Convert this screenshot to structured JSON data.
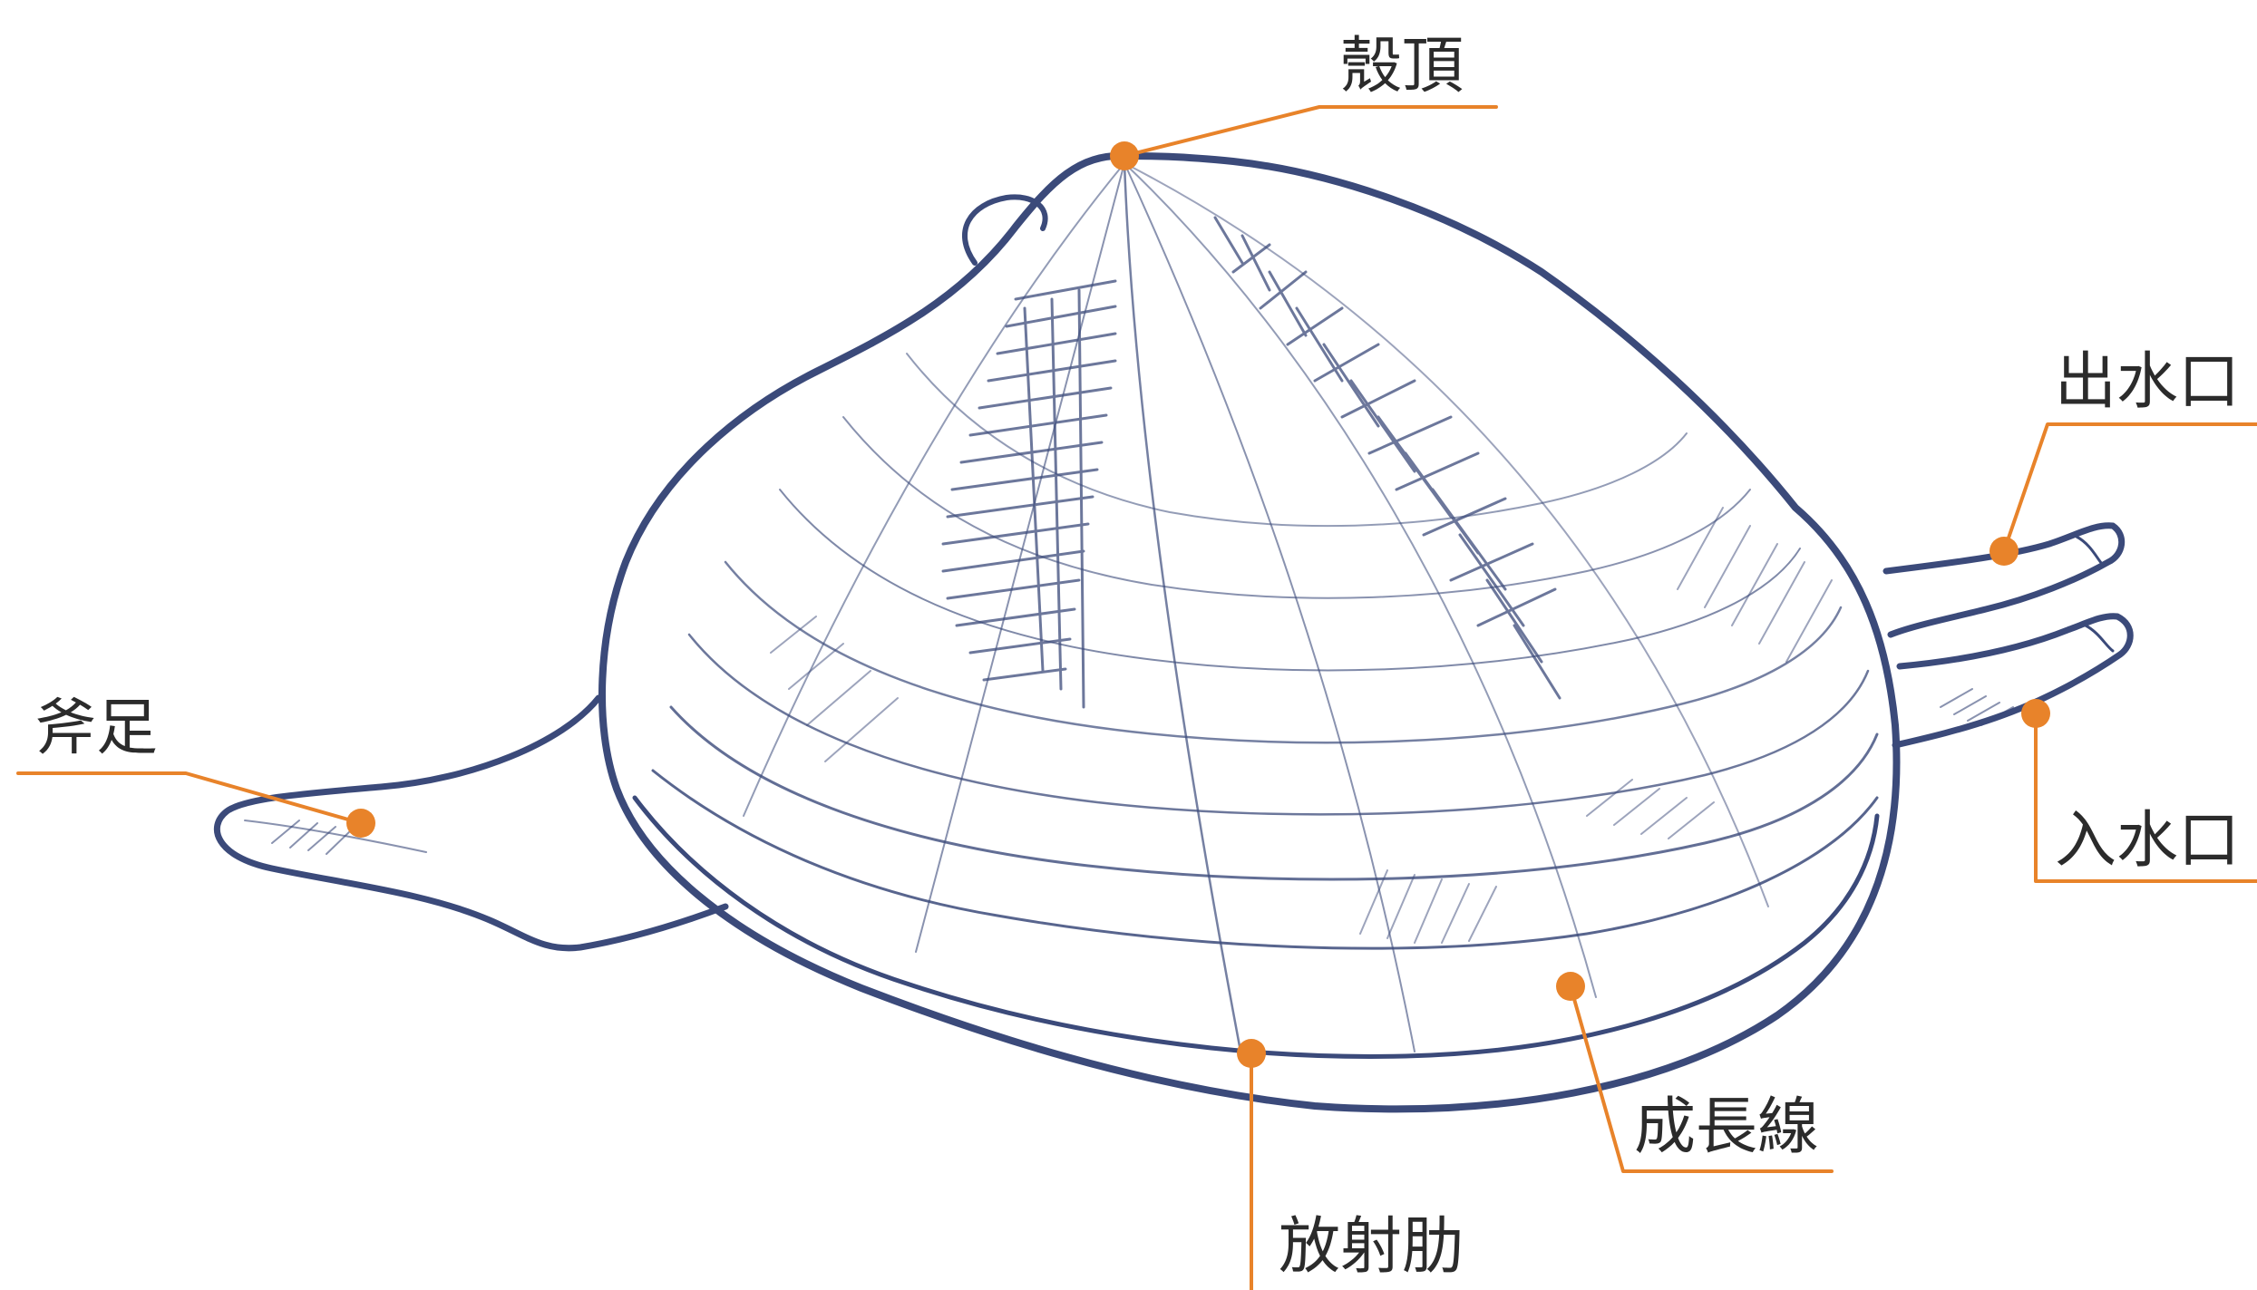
{
  "colors": {
    "leader": "#e8832a",
    "outline": "#3b4a7a",
    "text": "#2b2b2b",
    "background": "#ffffff"
  },
  "labels": {
    "umbo": "殼頂",
    "excurrent_siphon": "出水口",
    "incurrent_siphon": "入水口",
    "foot": "斧足",
    "growth_line": "成長線",
    "radial_rib": "放射肋"
  }
}
